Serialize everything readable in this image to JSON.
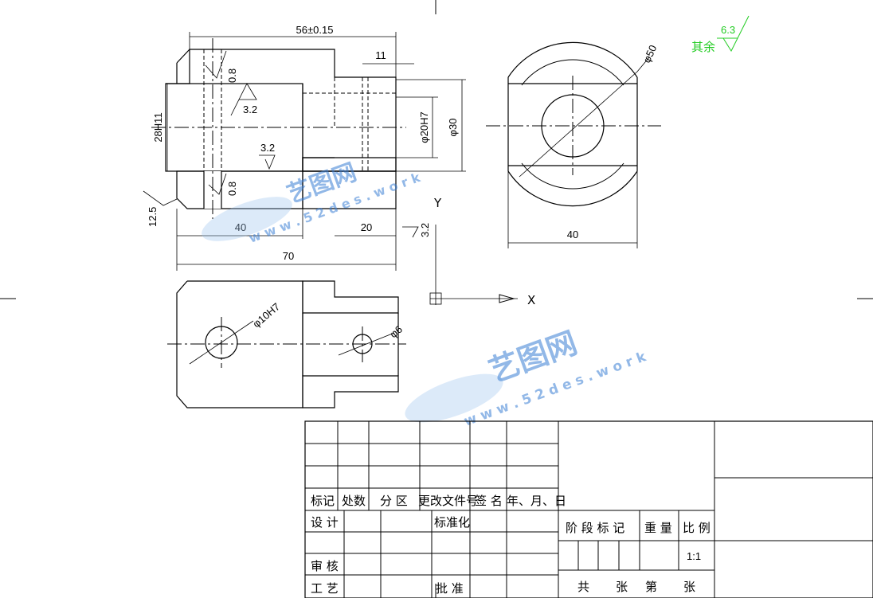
{
  "dimensions": {
    "overall_length": "56±0.15",
    "slot_width": "11",
    "bore_height": "28H11",
    "bore_dia": "φ20H7",
    "outer_dia": "φ30",
    "len_40": "40",
    "len_20": "20",
    "len_70": "70",
    "side_dia": "φ50",
    "side_width": "40",
    "hole_dia": "φ10H7",
    "small_hole": "φ6"
  },
  "roughness": {
    "r1": "0.8",
    "r2": "3.2",
    "r3": "3.2",
    "r4": "0.8",
    "r5": "12.5",
    "r6": "3.2",
    "general_prefix": "其余",
    "general_value": "6.3"
  },
  "axes": {
    "y": "Y",
    "x": "X"
  },
  "title_block": {
    "row_labels": [
      "标记",
      "处数",
      "分 区",
      "更改文件号",
      "签 名",
      "年、月、日"
    ],
    "design": "设 计",
    "standardize": "标准化",
    "review": "审 核",
    "process": "工 艺",
    "approve": "批 准",
    "stage_mark": "阶 段 标 记",
    "weight": "重 量",
    "scale_label": "比 例",
    "scale_value": "1:1",
    "sheets_total": "共",
    "sheets_unit": "张",
    "sheet_no": "第",
    "sheet_unit2": "张"
  },
  "watermark": {
    "brand": "艺图网",
    "url": "w w w . 5 2 d e s . w o r k"
  },
  "colors": {
    "line": "#000000",
    "roughness_general": "#22cc22",
    "watermark": "#3a7fd5"
  }
}
